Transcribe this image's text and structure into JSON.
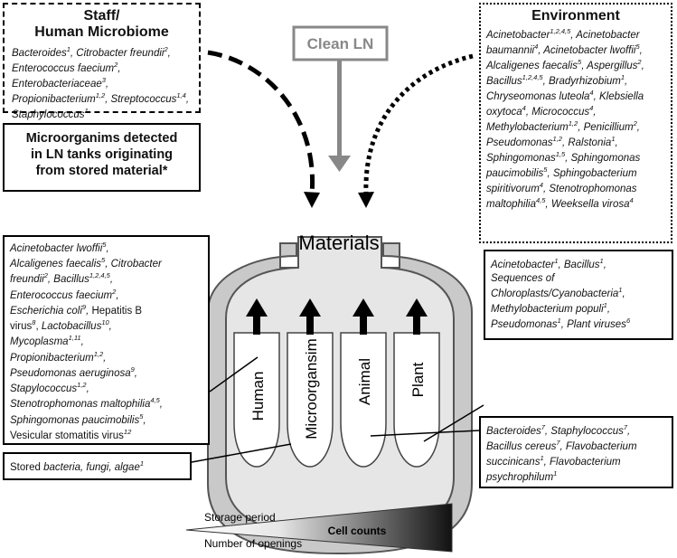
{
  "staff_box": {
    "title_line1": "Staff/",
    "title_line2": "Human Microbiome",
    "items": [
      {
        "name": "Bacteroides",
        "refs": "1"
      },
      {
        "name": "Citrobacter freundii",
        "refs": "2"
      },
      {
        "name": "Enterococcus faecium",
        "refs": "2"
      },
      {
        "name": "Enterobacteriaceae",
        "refs": "3"
      },
      {
        "name": "Propionibacterium",
        "refs": "1,2"
      },
      {
        "name": "Streptococcus",
        "refs": "1,4"
      },
      {
        "name": "Staphylococcus",
        "refs": "1"
      }
    ]
  },
  "clean_ln_label": "Clean LN",
  "environment_box": {
    "title": "Environment",
    "items": [
      {
        "name": "Acinetobacter",
        "refs": "1,2,4,5"
      },
      {
        "name": "Acinetobacter baumannii",
        "refs": "4"
      },
      {
        "name": "Acinetobacter lwoffii",
        "refs": "5"
      },
      {
        "name": "Alcaligenes faecalis",
        "refs": "5"
      },
      {
        "name": "Aspergillus",
        "refs": "2"
      },
      {
        "name": "Bacillus",
        "refs": "1,2,4,5"
      },
      {
        "name": "Bradyrhizobium",
        "refs": "1"
      },
      {
        "name": "Chryseomonas luteola",
        "refs": "4"
      },
      {
        "name": "Klebsiella oxytoca",
        "refs": "4"
      },
      {
        "name": "Micrococcus",
        "refs": "4"
      },
      {
        "name": "Methylobacterium",
        "refs": "1,2"
      },
      {
        "name": "Penicillium",
        "refs": "2"
      },
      {
        "name": "Pseudomonas",
        "refs": "1,2"
      },
      {
        "name": "Ralstonia",
        "refs": "1"
      },
      {
        "name": "Sphingomonas",
        "refs": "1,5"
      },
      {
        "name": "Sphingomonas paucimobilis",
        "refs": "5"
      },
      {
        "name": "Sphingobacterium spiritivorum",
        "refs": "4"
      },
      {
        "name": "Stenotrophomonas maltophilia",
        "refs": "4,5"
      },
      {
        "name": "Weeksella virosa",
        "refs": "4"
      }
    ]
  },
  "stored_heading": {
    "line1": "Microorganims detected",
    "line2": "in LN tanks originating",
    "line3": "from stored material*"
  },
  "tank": {
    "materials_label": "Materials",
    "tubes": [
      "Human",
      "Microorgansim",
      "Animal",
      "Plant"
    ]
  },
  "left_list": {
    "lines": [
      [
        {
          "t": "Acinetobacter lwoffii",
          "i": true,
          "s": "5"
        },
        {
          "t": ",",
          "i": true
        }
      ],
      [
        {
          "t": "Alcaligenes faecalis",
          "i": true,
          "s": "5"
        },
        {
          "t": ", Citrobacter",
          "i": true
        }
      ],
      [
        {
          "t": "freundii",
          "i": true,
          "s": "2"
        },
        {
          "t": ", Bacillus",
          "i": true,
          "s": "1,2,4,5"
        },
        {
          "t": ",",
          "i": true
        }
      ],
      [
        {
          "t": "Enterococcus faecium",
          "i": true,
          "s": "2"
        },
        {
          "t": ",",
          "i": true
        }
      ],
      [
        {
          "t": "Escherichia coli",
          "i": true,
          "s": "9"
        },
        {
          "t": ", ",
          "i": true
        },
        {
          "t": "Hepatitis B",
          "i": false
        }
      ],
      [
        {
          "t": "virus",
          "i": false,
          "s": "8"
        },
        {
          "t": ", ",
          "i": false
        },
        {
          "t": "Lactobacillus",
          "i": true,
          "s": "10"
        },
        {
          "t": ",",
          "i": true
        }
      ],
      [
        {
          "t": "Mycoplasma",
          "i": true,
          "s": "1,11"
        },
        {
          "t": ",",
          "i": true
        }
      ],
      [
        {
          "t": "Propionibacterium",
          "i": true,
          "s": "1,2"
        },
        {
          "t": ",",
          "i": true
        }
      ],
      [
        {
          "t": "Pseudomonas aeruginosa",
          "i": true,
          "s": "9"
        },
        {
          "t": ",",
          "i": true
        }
      ],
      [
        {
          "t": "Stapylococcus",
          "i": true,
          "s": "1,2"
        },
        {
          "t": ",",
          "i": true
        }
      ],
      [
        {
          "t": "Stenotrophomonas maltophilia",
          "i": true,
          "s": "4,5"
        },
        {
          "t": ",",
          "i": true
        }
      ],
      [
        {
          "t": "Sphingomonas paucimobilis",
          "i": true,
          "s": "5"
        },
        {
          "t": ",",
          "i": true
        }
      ],
      [
        {
          "t": "Vesicular stomatitis virus",
          "i": false,
          "s": "12"
        }
      ]
    ]
  },
  "plant_list": {
    "lines": [
      [
        {
          "t": "Acinetobacter",
          "i": true,
          "s": "1"
        },
        {
          "t": ", Bacillus",
          "i": true,
          "s": "1"
        },
        {
          "t": ",",
          "i": true
        }
      ],
      [
        {
          "t": "Sequences of",
          "i": true
        }
      ],
      [
        {
          "t": "Chloroplasts/Cyanobacteria",
          "i": true,
          "s": "1"
        },
        {
          "t": ",",
          "i": true
        }
      ],
      [
        {
          "t": "Methylobacterium populi",
          "i": true,
          "s": "1"
        },
        {
          "t": ",",
          "i": true
        }
      ],
      [
        {
          "t": "Pseudomonas",
          "i": true,
          "s": "1"
        },
        {
          "t": ", Plant viruses",
          "i": true,
          "s": "6"
        }
      ]
    ]
  },
  "micro_list": {
    "lines": [
      [
        {
          "t": "Bacteroides",
          "i": true,
          "s": "7"
        },
        {
          "t": ", Staphylococcus",
          "i": true,
          "s": "7"
        },
        {
          "t": ",",
          "i": true
        }
      ],
      [
        {
          "t": "Bacillus cereus",
          "i": true,
          "s": "7"
        },
        {
          "t": ", Flavobacterium",
          "i": true
        }
      ],
      [
        {
          "t": "succinicans",
          "i": true,
          "s": "1"
        },
        {
          "t": ", Flavobacterium",
          "i": true
        }
      ],
      [
        {
          "t": "psychrophilum",
          "i": true,
          "s": "1"
        }
      ]
    ]
  },
  "stored_bacteria": {
    "lines": [
      [
        {
          "t": "Stored ",
          "i": false
        },
        {
          "t": "bacteria, fungi, algae",
          "i": true,
          "s": "1"
        }
      ]
    ]
  },
  "wedge": {
    "storage_period": "Storage period",
    "number_of_openings": "Number of openings",
    "cell_counts": "Cell counts"
  }
}
